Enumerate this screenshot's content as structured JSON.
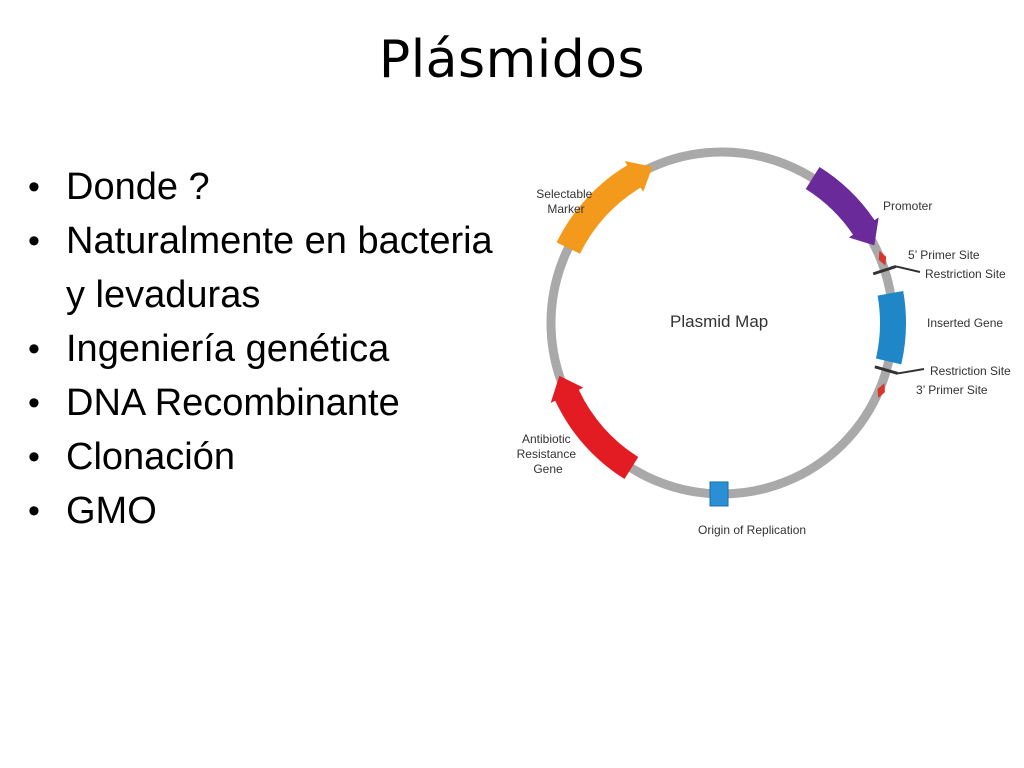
{
  "title": "Plásmidos",
  "bullets": [
    "Donde ?",
    "Naturalmente en bacteria y levaduras",
    "Ingeniería genética",
    "DNA Recombinante",
    "Clonación",
    "GMO"
  ],
  "diagram": {
    "center_label": "Plasmid Map",
    "labels": {
      "selectable_marker": [
        "Selectable",
        "Marker"
      ],
      "promoter": "Promoter",
      "primer_5": "5’ Primer Site",
      "restriction_1": "Restriction Site",
      "inserted_gene": "Inserted Gene",
      "restriction_2": "Restriction Site",
      "primer_3": "3’ Primer Site",
      "antibiotic": [
        "Antibiotic",
        "Resistance",
        "Gene"
      ],
      "origin": "Origin of Replication"
    },
    "colors": {
      "ring": "#a9a9a9",
      "selectable_marker": "#f39a1d",
      "promoter": "#6b2a9a",
      "primer": "#d9352b",
      "inserted_gene": "#1f86c8",
      "antibiotic": "#e31c23",
      "origin": "#2b8fd6",
      "restriction": "#333333"
    }
  }
}
